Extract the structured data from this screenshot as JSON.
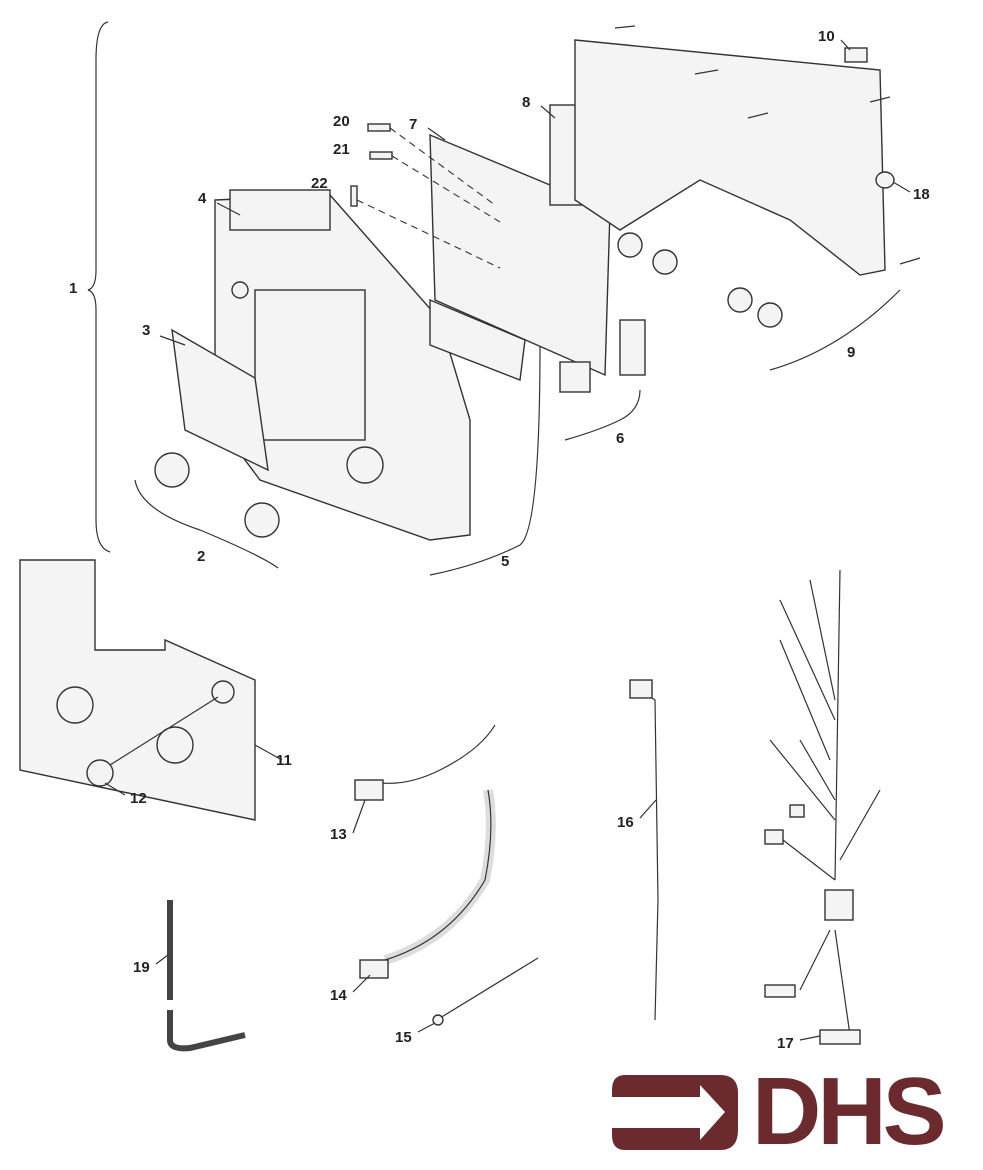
{
  "diagram": {
    "callouts": [
      {
        "id": "1",
        "text": "1"
      },
      {
        "id": "2",
        "text": "2"
      },
      {
        "id": "3",
        "text": "3"
      },
      {
        "id": "4",
        "text": "4"
      },
      {
        "id": "5",
        "text": "5"
      },
      {
        "id": "6",
        "text": "6"
      },
      {
        "id": "7",
        "text": "7"
      },
      {
        "id": "8",
        "text": "8"
      },
      {
        "id": "9",
        "text": "9"
      },
      {
        "id": "10",
        "text": "10"
      },
      {
        "id": "11",
        "text": "11"
      },
      {
        "id": "12",
        "text": "12"
      },
      {
        "id": "13",
        "text": "13"
      },
      {
        "id": "14",
        "text": "14"
      },
      {
        "id": "15",
        "text": "15"
      },
      {
        "id": "16",
        "text": "16"
      },
      {
        "id": "17",
        "text": "17"
      },
      {
        "id": "18",
        "text": "18"
      },
      {
        "id": "19",
        "text": "19"
      },
      {
        "id": "20",
        "text": "20"
      },
      {
        "id": "21",
        "text": "21"
      },
      {
        "id": "22",
        "text": "22"
      }
    ]
  },
  "logo": {
    "text": "DHS",
    "color": "#6b2a2e"
  }
}
